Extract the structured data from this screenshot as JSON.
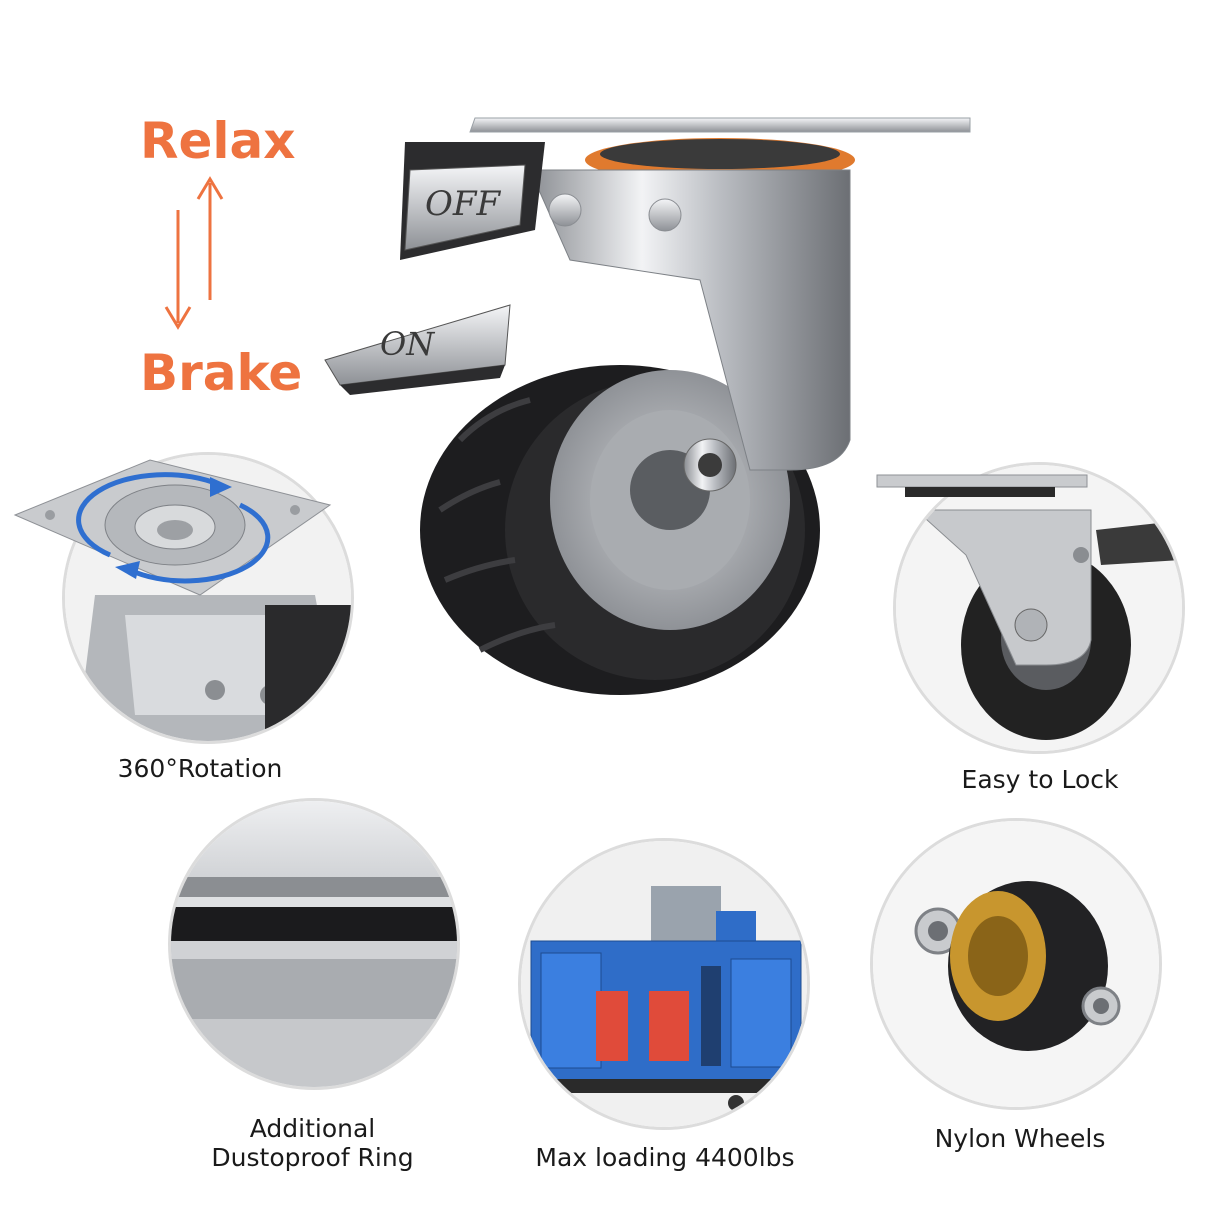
{
  "brake_control": {
    "relax_label": "Relax",
    "brake_label": "Brake",
    "pedal_off_text": "OFF",
    "pedal_on_text": "ON",
    "accent_color": "#ee7340"
  },
  "features": [
    {
      "caption": "360°Rotation"
    },
    {
      "caption": "Easy to Lock"
    },
    {
      "caption_line1": "Additional",
      "caption_line2": "Dustoproof Ring"
    },
    {
      "caption": "Max loading 4400lbs"
    },
    {
      "caption": "Nylon Wheels"
    }
  ],
  "colors": {
    "rotation_arrow": "#2f6fd0",
    "dust_ring": "#e07a2e",
    "machine_blue": "#2f6dc8",
    "machine_red": "#e04b3a",
    "hub_gold": "#c8962e"
  }
}
